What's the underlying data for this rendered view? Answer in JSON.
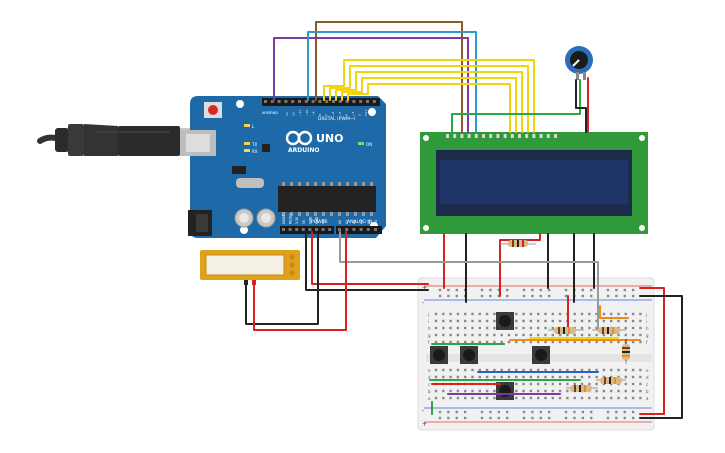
{
  "arduino": {
    "brand": "ARDUINO",
    "model": "UNO",
    "digital_label": "DIGITAL (PWM~)",
    "power_label": "POWER",
    "analog_label": "ANALOG IN",
    "on_label": "ON",
    "tx_label": "TX",
    "rx_label": "RX",
    "l_label": "L",
    "aref_label": "AREF",
    "gnd_label": "GND",
    "power_pins": [
      "IOREF",
      "RESET",
      "3.3V",
      "5V",
      "GND",
      "GND",
      "Vin"
    ],
    "analog_pins": [
      "A0",
      "A1",
      "A2",
      "A3",
      "A4",
      "A5"
    ],
    "digital_pins": [
      "13",
      "12",
      "~11",
      "~10",
      "~9",
      "8",
      "7",
      "~6",
      "~5",
      "4",
      "~3",
      "2",
      "TX 1",
      "RX 0"
    ]
  },
  "breadboard": {
    "row_letters_top": [
      "j",
      "i",
      "h",
      "g",
      "f"
    ],
    "row_letters_bottom": [
      "e",
      "d",
      "c",
      "b",
      "a"
    ],
    "plus": "+",
    "minus": "-"
  },
  "colors": {
    "board": "#1e6aa8",
    "board_dark": "#17568a",
    "lcd_pcb": "#2f9a3a",
    "lcd_screen": "#1f2d4f",
    "battery": "#e0a21c",
    "wire_red": "#d92121",
    "wire_black": "#222222",
    "wire_yellow": "#f2d40c",
    "wire_purple": "#7c3aa6",
    "wire_brown": "#8b5a2b",
    "wire_cyan": "#2a9ec9",
    "wire_green": "#2aa845",
    "wire_gray": "#9a9a9a",
    "wire_orange": "#f08a1c",
    "wire_blue": "#2b5fc9"
  }
}
